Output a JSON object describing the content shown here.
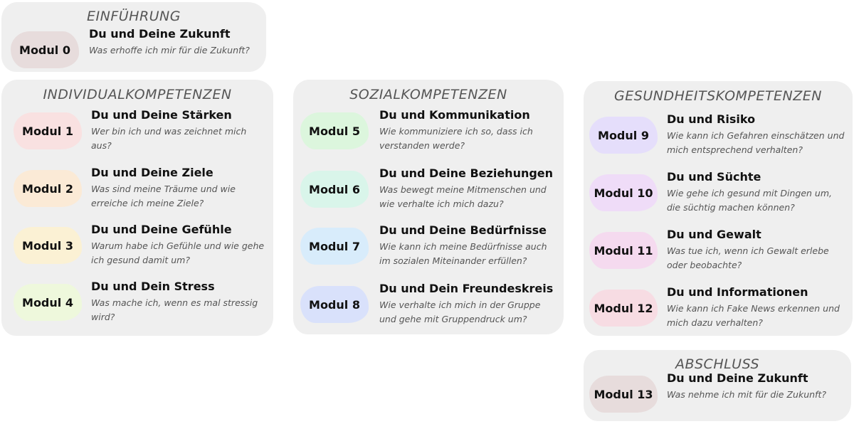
{
  "groups": {
    "einfuehrung": {
      "title": "EINFÜHRUNG",
      "modules": [
        {
          "badge": "Modul 0",
          "title": "Du und Deine Zukunft",
          "subtitle": "Was erhoffe ich mir für die Zukunft?",
          "color": "#e7dcdc"
        }
      ]
    },
    "individual": {
      "title": "INDIVIDUALKOMPETENZEN",
      "modules": [
        {
          "badge": "Modul 1",
          "title": "Du und Deine Stärken",
          "subtitle": "Wer bin ich und was zeichnet mich aus?",
          "color": "#f9e1e1"
        },
        {
          "badge": "Modul 2",
          "title": "Du und Deine Ziele",
          "subtitle": "Was sind meine Träume und wie erreiche ich meine Ziele?",
          "color": "#fbead6"
        },
        {
          "badge": "Modul 3",
          "title": "Du und Deine Gefühle",
          "subtitle": "Warum habe ich Gefühle und wie gehe ich gesund damit um?",
          "color": "#fbf1d4"
        },
        {
          "badge": "Modul 4",
          "title": "Du und Dein Stress",
          "subtitle": "Was mache ich, wenn es mal stressig wird?",
          "color": "#eef8dc"
        }
      ]
    },
    "sozial": {
      "title": "SOZIALKOMPETENZEN",
      "modules": [
        {
          "badge": "Modul 5",
          "title": "Du und Kommunikation",
          "subtitle": "Wie kommuniziere ich so, dass ich verstanden werde?",
          "color": "#dcf6dd"
        },
        {
          "badge": "Modul 6",
          "title": "Du und Deine Beziehungen",
          "subtitle": "Was bewegt meine Mitmenschen und wie verhalte ich mich dazu?",
          "color": "#d9f5ea"
        },
        {
          "badge": "Modul 7",
          "title": "Du und Deine Bedürfnisse",
          "subtitle": "Wie kann ich meine Bedürfnisse auch im sozialen Miteinander erfüllen?",
          "color": "#d8ecfb"
        },
        {
          "badge": "Modul 8",
          "title": "Du und Dein Freundeskreis",
          "subtitle": "Wie verhalte ich mich in der Gruppe und gehe mit Gruppendruck um?",
          "color": "#d9e1fb"
        }
      ]
    },
    "gesundheit": {
      "title": "GESUNDHEITSKOMPETENZEN",
      "modules": [
        {
          "badge": "Modul 9",
          "title": "Du und Risiko",
          "subtitle": "Wie kann ich Gefahren einschätzen und mich entsprechend verhalten?",
          "color": "#e5defb"
        },
        {
          "badge": "Modul 10",
          "title": "Du und Süchte",
          "subtitle": "Wie gehe ich gesund mit Dingen um, die süchtig machen können?",
          "color": "#efdcf8"
        },
        {
          "badge": "Modul 11",
          "title": "Du und Gewalt",
          "subtitle": "Was tue ich, wenn ich Gewalt erlebe oder beobachte?",
          "color": "#f5daef"
        },
        {
          "badge": "Modul 12",
          "title": "Du und Informationen",
          "subtitle": "Wie kann ich Fake News erkennen und mich dazu verhalten?",
          "color": "#f7dce3"
        }
      ]
    },
    "abschluss": {
      "title": "ABSCHLUSS",
      "modules": [
        {
          "badge": "Modul 13",
          "title": "Du und Deine Zukunft",
          "subtitle": "Was nehme ich mit für die Zukunft?",
          "color": "#e7dcdc"
        }
      ]
    }
  }
}
